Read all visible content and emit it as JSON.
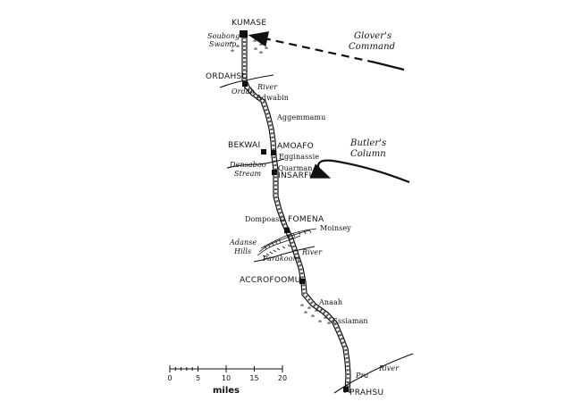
{
  "places": {
    "kumase": "KUMASE",
    "soubong_swamp_1": "Soubong",
    "soubong_swamp_2": "Swamp",
    "ordahsu": "ORDAHSU",
    "ordah_river_1": "Ordah",
    "ordah_river_2": "River",
    "adwabin": "Adwabin",
    "aggemmamu": "Aggemmamu",
    "bekwai": "BEKWAI",
    "amoafo": "AMOAFO",
    "egginassie": "Egginassie",
    "densaboo_1": "Densaboo",
    "densaboo_2": "Stream",
    "quarman": "Quarman",
    "insarfu": "INSARFU",
    "dompoassi": "Dompoassi",
    "fomena": "FOMENA",
    "moinsey": "Moinsey",
    "adanse_1": "Adanse",
    "adanse_2": "Hills",
    "parakoom": "Parakoom",
    "river": "River",
    "accrofoomu": "ACCROFOOMU",
    "anaah": "Anaah",
    "essiaman": "Essiaman",
    "pra_river_1": "Pra",
    "pra_river_2": "River",
    "prahsu": "PRAHSU"
  },
  "columns": {
    "glover_1": "Glover's",
    "glover_2": "Command",
    "butler_1": "Butler's",
    "butler_2": "Column"
  },
  "scale": {
    "ticks": [
      "0",
      "5",
      "10",
      "15",
      "20"
    ],
    "unit": "miles"
  },
  "colors": {
    "ink": "#111111",
    "paper": "#ffffff"
  }
}
